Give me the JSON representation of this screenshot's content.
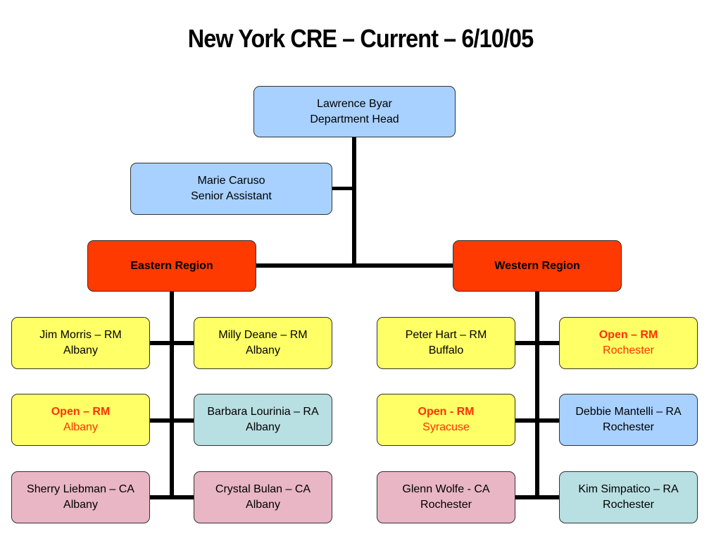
{
  "title": "New York CRE – Current – 6/10/05",
  "head": {
    "name": "Lawrence Byar",
    "role": "Department Head"
  },
  "assistant": {
    "name": "Marie Caruso",
    "role": "Senior Assistant"
  },
  "eastern": {
    "label": "Eastern Region",
    "positions": [
      {
        "line1": "Jim Morris – RM",
        "line2": "Albany",
        "status": "filled",
        "color": "#ffff66"
      },
      {
        "line1": "Milly Deane – RM",
        "line2": "Albany",
        "status": "filled",
        "color": "#ffff66"
      },
      {
        "line1": "Open – RM",
        "line2": "Albany",
        "status": "open",
        "color": "#ffff66"
      },
      {
        "line1": "Barbara Lourinia – RA",
        "line2": "Albany",
        "status": "filled",
        "color": "#b8dfe2"
      },
      {
        "line1": "Sherry Liebman – CA",
        "line2": "Albany",
        "status": "filled",
        "color": "#e8b6c4"
      },
      {
        "line1": "Crystal Bulan – CA",
        "line2": "Albany",
        "status": "filled",
        "color": "#e8b6c4"
      }
    ]
  },
  "western": {
    "label": "Western Region",
    "positions": [
      {
        "line1": "Peter Hart – RM",
        "line2": "Buffalo",
        "status": "filled",
        "color": "#ffff66"
      },
      {
        "line1": "Open – RM",
        "line2": "Rochester",
        "status": "open",
        "color": "#ffff66"
      },
      {
        "line1": "Open - RM",
        "line2": "Syracuse",
        "status": "open",
        "color": "#ffff66"
      },
      {
        "line1": "Debbie Mantelli – RA",
        "line2": "Rochester",
        "status": "filled",
        "color": "#a8d1ff"
      },
      {
        "line1": "Glenn Wolfe - CA",
        "line2": "Rochester",
        "status": "filled",
        "color": "#e8b6c4"
      },
      {
        "line1": "Kim Simpatico – RA",
        "line2": "Rochester",
        "status": "filled",
        "color": "#b8dfe2"
      }
    ]
  },
  "colors": {
    "head": "#a8d1ff",
    "region": "#ff3a00",
    "open_text": "#ff3300",
    "connector": "#000000"
  }
}
